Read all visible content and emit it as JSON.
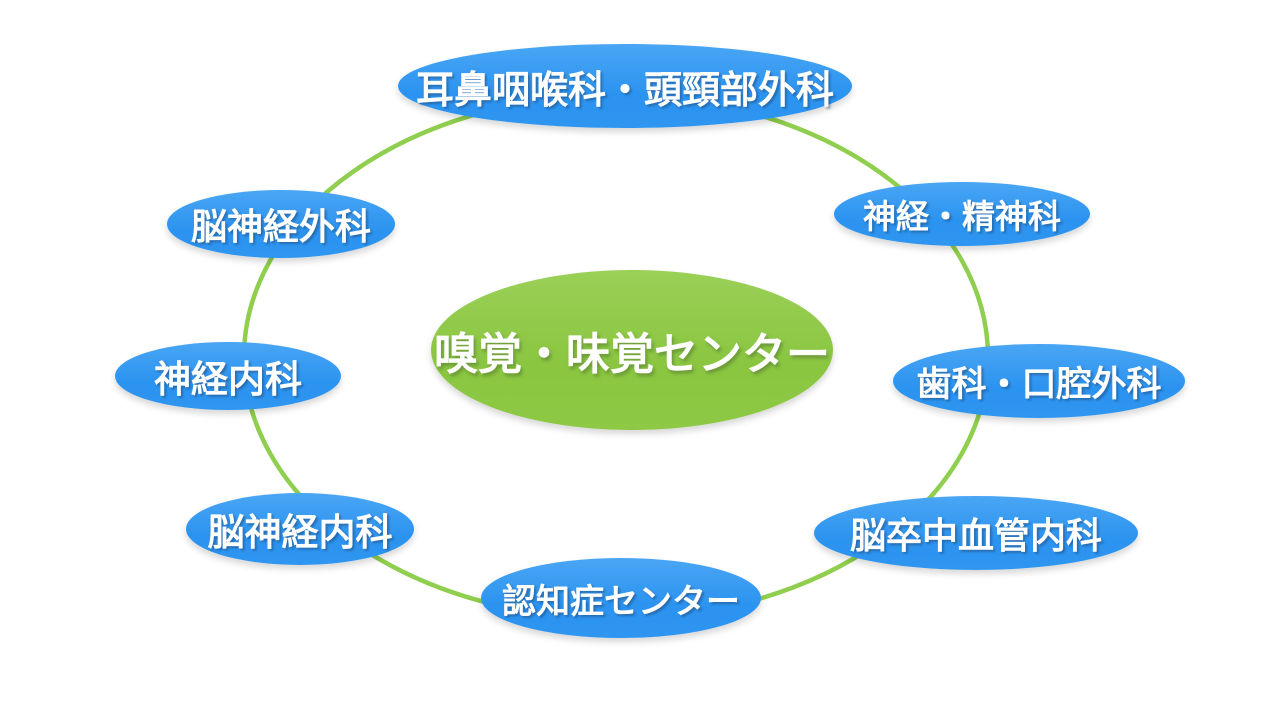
{
  "diagram": {
    "type": "hub-and-spoke",
    "center": {
      "id": "smell-taste-center",
      "label": "嗅覚・味覚センター"
    },
    "nodes": [
      {
        "id": "otolaryngology-head-neck-surgery",
        "label": "耳鼻咽喉科・頭頸部外科",
        "position": "top"
      },
      {
        "id": "neurology-psychiatry",
        "label": "神経・精神科",
        "position": "upper-right"
      },
      {
        "id": "dentistry-oral-surgery",
        "label": "歯科・口腔外科",
        "position": "right"
      },
      {
        "id": "stroke-vascular-medicine",
        "label": "脳卒中血管内科",
        "position": "lower-right"
      },
      {
        "id": "dementia-center",
        "label": "認知症センター",
        "position": "bottom"
      },
      {
        "id": "brain-neurology",
        "label": "脳神経内科",
        "position": "lower-left"
      },
      {
        "id": "neurology",
        "label": "神経内科",
        "position": "left"
      },
      {
        "id": "neurosurgery",
        "label": "脳神経外科",
        "position": "upper-left"
      }
    ],
    "colors": {
      "node_fill": "#2E96F0",
      "center_fill": "#8DC944",
      "ring_stroke": "#8FCE4E",
      "text": "#FFFFFF",
      "background": "#FFFFFF"
    }
  }
}
